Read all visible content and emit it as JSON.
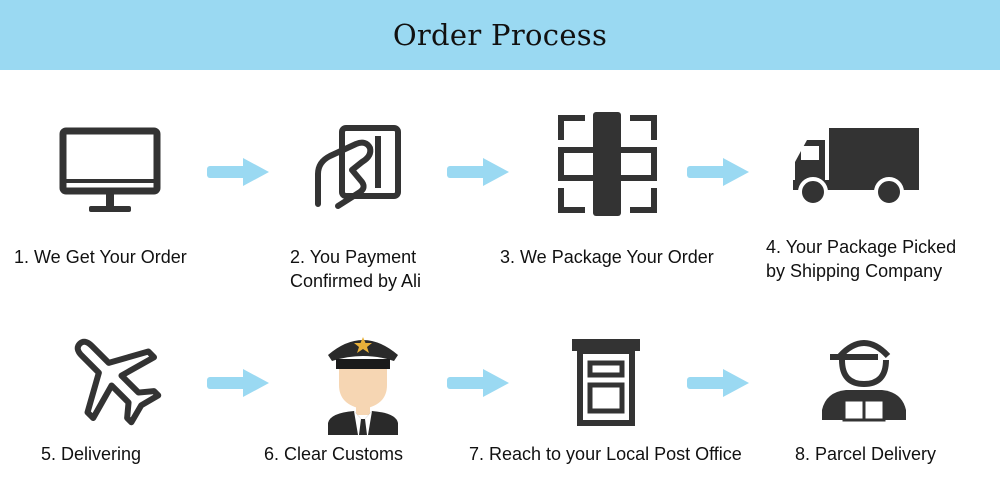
{
  "header": {
    "title": "Order Process"
  },
  "colors": {
    "header_bg": "#9ad9f2",
    "arrow": "#9ad9f2",
    "icon": "#333333",
    "star": "#e8b03a",
    "skin": "#f6d6b3",
    "hair": "#2a2a2a"
  },
  "steps": [
    {
      "line1": "1. We Get Your Order",
      "line2": "",
      "icon": "monitor-icon"
    },
    {
      "line1": "2. You Payment",
      "line2": "Confirmed by Ali",
      "icon": "card-payment-icon"
    },
    {
      "line1": "3. We Package Your Order",
      "line2": "",
      "icon": "package-icon"
    },
    {
      "line1": "4. Your Package Picked",
      "line2": "by Shipping Company",
      "icon": "truck-icon"
    },
    {
      "line1": "5. Delivering",
      "line2": "",
      "icon": "airplane-icon"
    },
    {
      "line1": "6. Clear Customs",
      "line2": "",
      "icon": "customs-officer-icon"
    },
    {
      "line1": "7. Reach to your Local Post Office",
      "line2": "",
      "icon": "post-office-icon"
    },
    {
      "line1": "8. Parcel Delivery",
      "line2": "",
      "icon": "courier-icon"
    }
  ]
}
